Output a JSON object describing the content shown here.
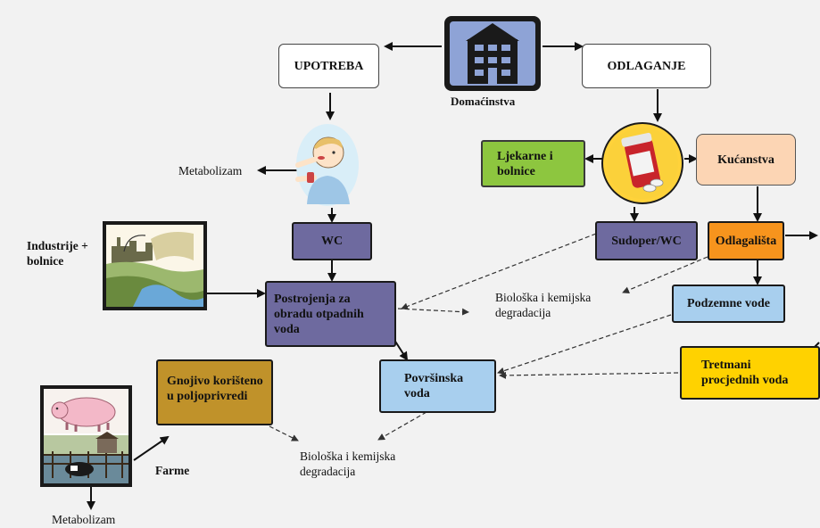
{
  "nodes": {
    "house": "Domaćinstva",
    "upotreba": "UPOTREBA",
    "odlaganje": "ODLAGANJE",
    "metabolizam_top": "Metabolizam",
    "wc": "WC",
    "ljekarne": "Ljekarne i bolnice",
    "kucanstva": "Kućanstva",
    "sudoper": "Sudoper/WC",
    "odlagalista": "Odlagališta",
    "industrije": "Industrije + bolnice",
    "postrojenja": "Postrojenja za obradu otpadnih voda",
    "bio_top": "Biološka i kemijska degradacija",
    "podzemne": "Podzemne vode",
    "povrsinska": "Površinska voda",
    "tretmani": "Tretmani procjednih voda",
    "gnojivo": "Gnojivo korišteno u poljoprivredi",
    "bio_bottom": "Biološka i kemijska degradacija",
    "farme": "Farme",
    "metabolizam_bottom": "Metabolizam"
  },
  "colors": {
    "purple": "#6e6a9f",
    "green": "#8dc63f",
    "peach": "#fcd5b4",
    "orange": "#f7941d",
    "lightblue": "#a8cfee",
    "yellow": "#ffd200",
    "brown": "#c0922a",
    "background": "#f2f2f2"
  },
  "icons": [
    "house-building-icon",
    "child-medicine-icon",
    "pill-bottle-icon",
    "industry-landscape-icon",
    "pig-icon",
    "farm-cows-icon"
  ]
}
